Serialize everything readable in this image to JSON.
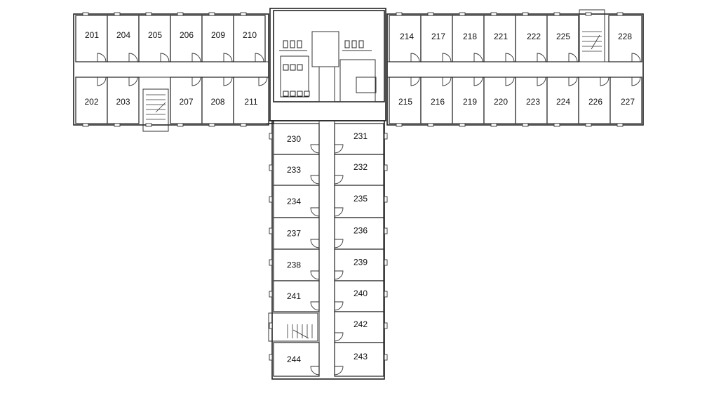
{
  "floor_plan": {
    "top_north_rooms": [
      "201",
      "204",
      "205",
      "206",
      "209",
      "210"
    ],
    "top_south_rooms": [
      "202",
      "203",
      "207",
      "208",
      "211"
    ],
    "east_north_rooms": [
      "214",
      "217",
      "218",
      "221",
      "222",
      "225",
      "228"
    ],
    "east_south_rooms": [
      "215",
      "216",
      "219",
      "220",
      "223",
      "224",
      "226",
      "227"
    ],
    "wing_west_rooms": [
      "230",
      "233",
      "234",
      "237",
      "238",
      "241",
      "244"
    ],
    "wing_east_rooms": [
      "231",
      "232",
      "235",
      "236",
      "239",
      "240",
      "242",
      "243"
    ]
  }
}
